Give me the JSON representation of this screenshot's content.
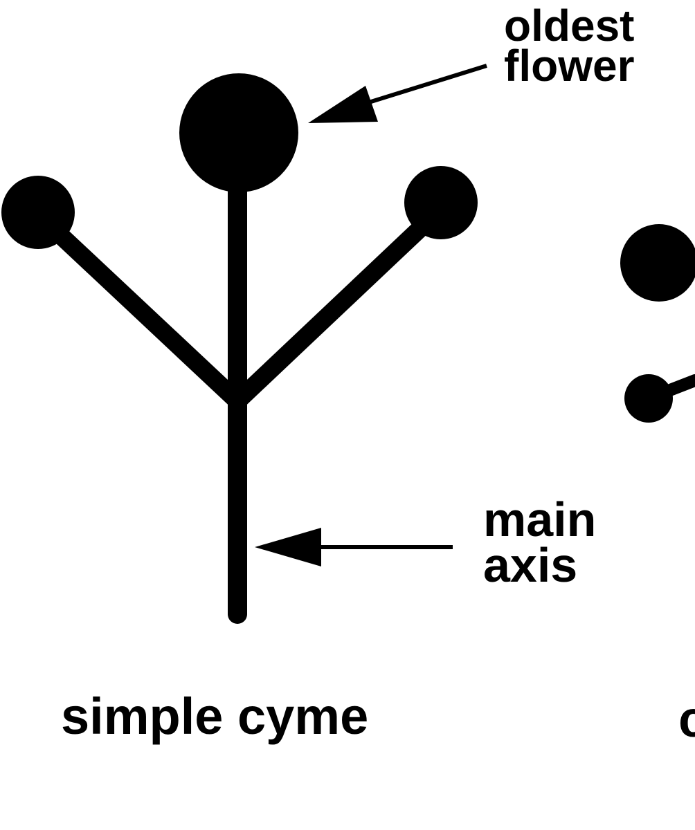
{
  "labels": {
    "oldest_flower": [
      "oldest",
      "flower"
    ],
    "main_axis": [
      "main",
      "axis"
    ],
    "caption_left": "simple cyme",
    "caption_right_partial": "c"
  },
  "colors": {
    "ink": "#000000",
    "background": "#ffffff"
  }
}
